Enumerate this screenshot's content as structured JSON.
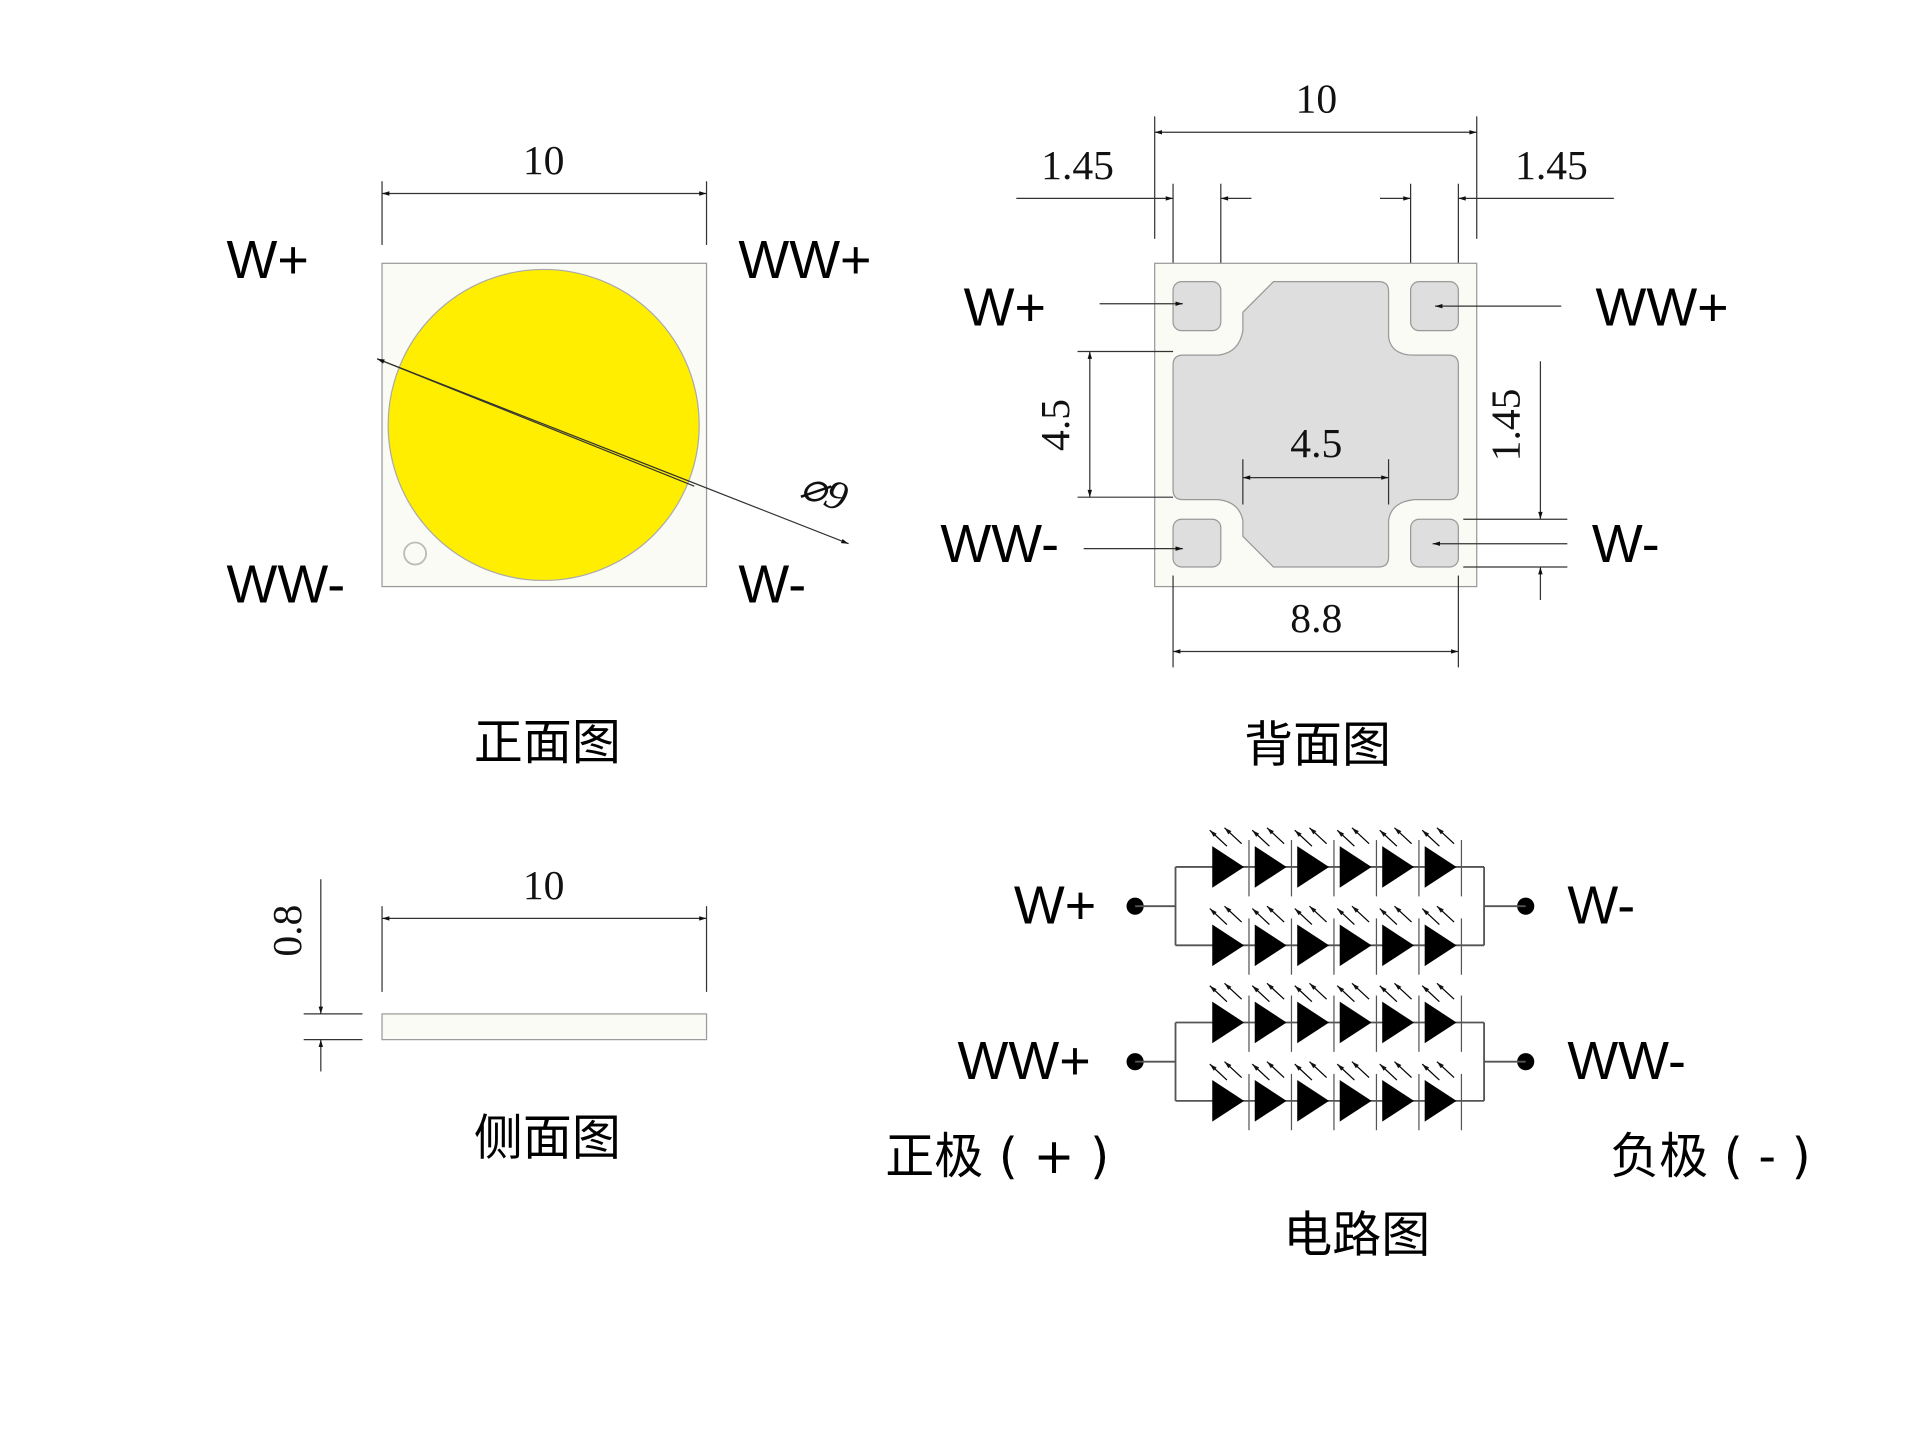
{
  "front_view": {
    "caption": "正面图",
    "width_dim": "10",
    "diameter_dim": "⌀9",
    "labels": {
      "top_left": "W+",
      "top_right": "WW+",
      "bottom_left": "WW-",
      "bottom_right": "W-"
    },
    "emitter_color": "#ffee00",
    "substrate_color": "#fbfbf6"
  },
  "back_view": {
    "caption": "背面图",
    "width_dim": "10",
    "pad_left_dim": "1.45",
    "pad_right_dim": "1.45",
    "center_height_dim": "4.5",
    "center_width_dim": "4.5",
    "pad_height_dim": "1.45",
    "pad_span_dim": "8.8",
    "labels": {
      "top_left": "W+",
      "top_right": "WW+",
      "bottom_left": "WW-",
      "bottom_right": "W-"
    },
    "pad_color": "#dedede"
  },
  "side_view": {
    "caption": "侧面图",
    "width_dim": "10",
    "thickness_dim": "0.8"
  },
  "circuit": {
    "caption": "电路图",
    "positive_label": "正极 ( + )",
    "negative_label": "负极 ( - )",
    "groups": [
      {
        "plus": "W+",
        "minus": "W-",
        "strings": 2,
        "leds_per_string": 6
      },
      {
        "plus": "WW+",
        "minus": "WW-",
        "strings": 2,
        "leds_per_string": 6
      }
    ]
  }
}
